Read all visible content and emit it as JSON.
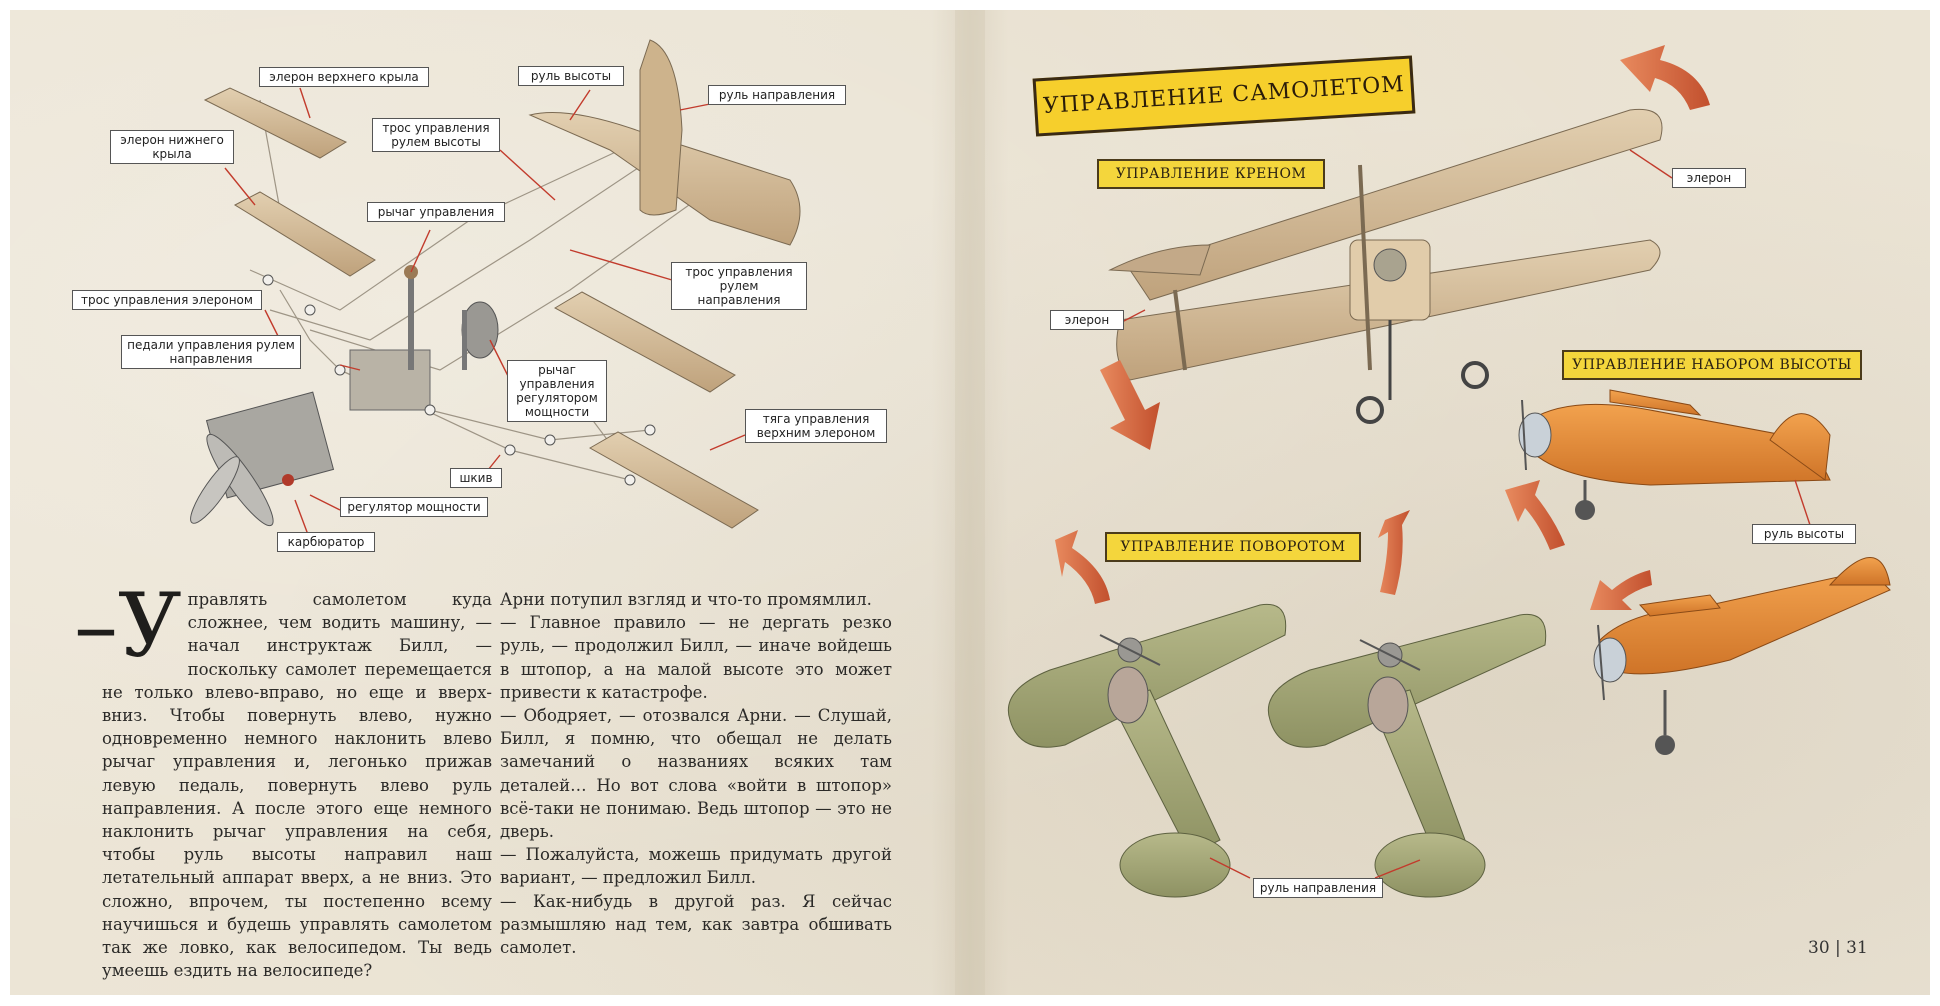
{
  "labels": {
    "aileron_upper": "элерон верхнего крыла",
    "aileron_lower": "элерон нижнего\nкрыла",
    "elevator": "руль высоты",
    "rudder": "руль направления",
    "elevator_cable": "трос управления\nрулем высоты",
    "control_stick": "рычаг управления",
    "rudder_cable": "трос управления\nрулем направления",
    "aileron_cable": "трос управления элероном",
    "rudder_pedals": "педали управления рулем\nнаправления",
    "throttle_lever": "рычаг\nуправления\nрегулятором\nмощности",
    "upper_aileron_rod": "тяга управления\nверхним элероном",
    "pulley": "шкив",
    "throttle": "регулятор мощности",
    "carburetor": "карбюратор",
    "aileron_right": "элерон",
    "aileron_left": "элерон",
    "elevator_right": "руль высоты",
    "rudder_bottom": "руль направления"
  },
  "title": "УПРАВЛЕНИЕ САМОЛЕТОМ",
  "sections": {
    "roll": "УПРАВЛЕНИЕ КРЕНОМ",
    "pitch": "УПРАВЛЕНИЕ НАБОРОМ ВЫСОТЫ",
    "yaw": "УПРАВЛЕНИЕ ПОВОРОТОМ"
  },
  "text": {
    "dropcap": "–У",
    "col1": "правлять самолетом куда сложнее, чем водить машину, — начал инструктаж Билл, — поскольку самолет перемещается не только влево-вправо, но еще и вверх-вниз. Чтобы повернуть влево, нужно одновременно немного наклонить влево рычаг управления и, легонько прижав левую педаль, повернуть влево руль направления. А после этого еще немного наклонить рычаг управления на себя, чтобы руль высоты направил наш летательный аппарат вверх, а не вниз. Это сложно, впрочем, ты постепенно всему научишься и будешь управлять самолетом так же ловко, как велосипедом. Ты ведь умеешь ездить на велосипеде?",
    "col2_p1": "Арни потупил взгляд и что-то промямлил.",
    "col2_p2": "— Главное правило — не дергать резко руль, — продолжил Билл, — иначе войдешь в штопор, а на малой высоте это может привести к катастрофе.",
    "col2_p3": "— Ободряет, — отозвался Арни. — Слушай, Билл, я помню, что обещал не делать замечаний о названиях всяких там деталей… Но вот слова «войти в штопор» всё-таки не понимаю. Ведь штопор — это не дверь.",
    "col2_p4": "— Пожалуйста, можешь придумать другой вариант, — предложил Билл.",
    "col2_p5": "— Как-нибудь в другой раз. Я сейчас размышляю над тем, как завтра обшивать самолет."
  },
  "page_numbers": "30 | 31",
  "colors": {
    "paper": "#ebe4d5",
    "wood": "#d9c3a0",
    "orange_plane": "#e58f3d",
    "green_plane": "#a9ad7c",
    "arrow": "#d4603a",
    "banner": "#f4d63c"
  }
}
